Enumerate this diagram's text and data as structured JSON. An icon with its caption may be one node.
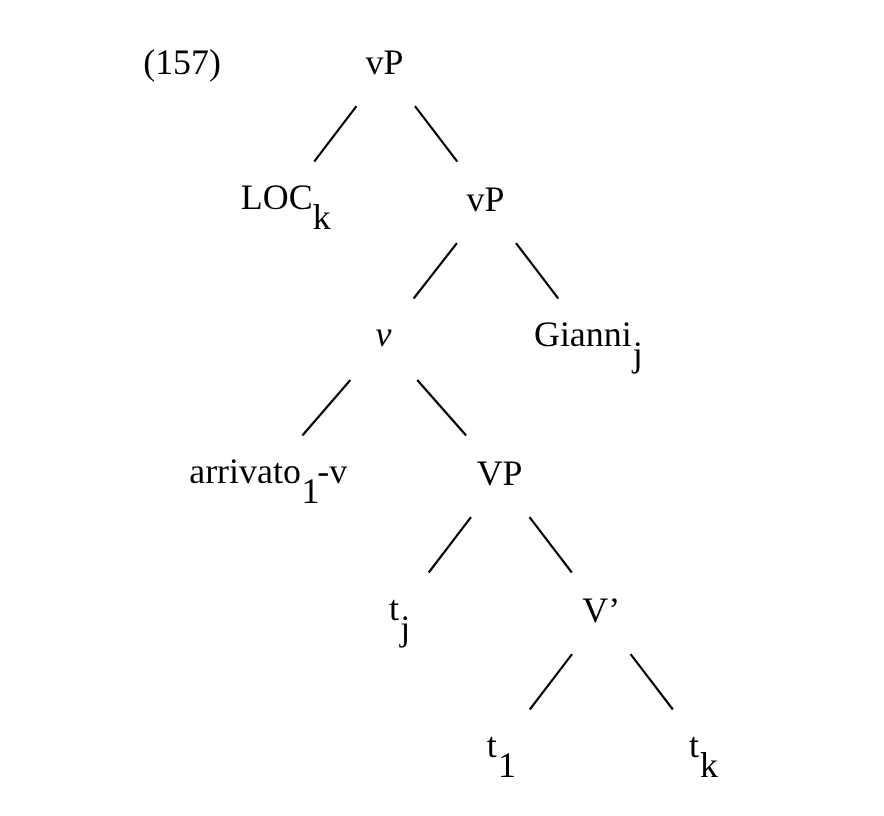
{
  "diagram": {
    "nodes": [
      {
        "text": [
          "vP"
        ]
      },
      {
        "text": [
          "LOC$_{k}$"
        ]
      },
      {
        "text": [
          "vP"
        ]
      },
      {
        "text": [
          "v"
        ]
      },
      {
        "text": [
          "Gianni$_{j}$"
        ]
      },
      {
        "text": [
          "arrivato$_{1}$-v"
        ]
      },
      {
        "text": [
          "VP"
        ]
      },
      {
        "text": [
          "t$_{j}$"
        ]
      },
      {
        "text": [
          "V’"
        ]
      },
      {
        "text": [
          "t$_{1}$"
        ]
      },
      {
        "text": [
          "t$_{k}$"
        ]
      }
    ],
    "edges": [
      {
        "from": 0,
        "to": 1,
        "arrow": "none"
      },
      {
        "from": 0,
        "to": 2,
        "arrow": "none"
      },
      {
        "from": 2,
        "to": 3,
        "arrow": "none"
      },
      {
        "from": 2,
        "to": 4,
        "arrow": "none"
      },
      {
        "from": 3,
        "to": 5,
        "arrow": "none"
      },
      {
        "from": 3,
        "to": 6,
        "arrow": "none"
      },
      {
        "from": 6,
        "to": 7,
        "arrow": "none"
      },
      {
        "from": 6,
        "to": 8,
        "arrow": "none"
      },
      {
        "from": 8,
        "to": 9,
        "arrow": "none"
      },
      {
        "from": 8,
        "to": 10,
        "arrow": "none"
      }
    ],
    "labels": [
      "(157)"
    ]
  }
}
